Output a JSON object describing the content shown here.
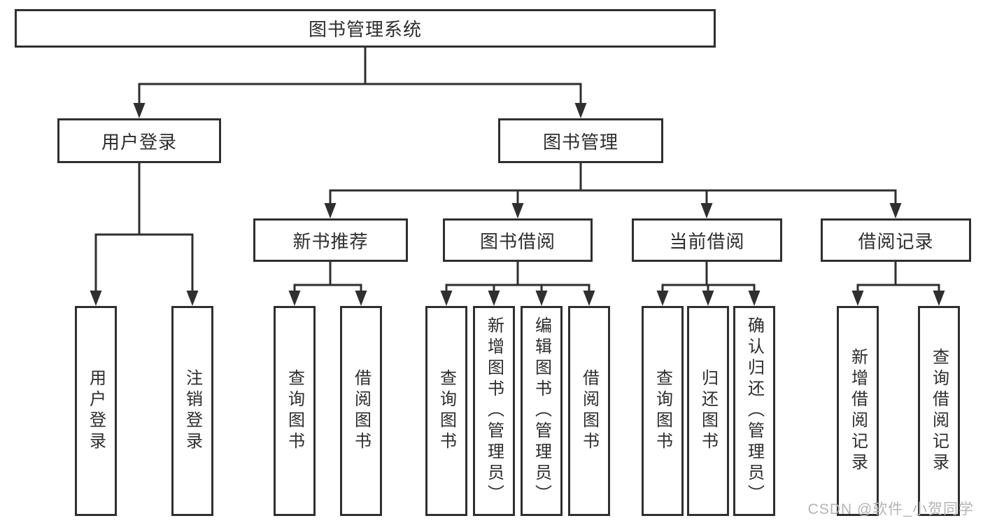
{
  "tree": {
    "label": "图书管理系统",
    "children": [
      {
        "label": "用户登录",
        "children": [
          {
            "label": "用户登录"
          },
          {
            "label": "注销登录"
          }
        ]
      },
      {
        "label": "图书管理",
        "children": [
          {
            "label": "新书推荐",
            "children": [
              {
                "label": "查询图书"
              },
              {
                "label": "借阅图书"
              }
            ]
          },
          {
            "label": "图书借阅",
            "children": [
              {
                "label": "查询图书"
              },
              {
                "label": "新增图书（管理员）"
              },
              {
                "label": "编辑图书（管理员）"
              },
              {
                "label": "借阅图书"
              }
            ]
          },
          {
            "label": "当前借阅",
            "children": [
              {
                "label": "查询图书"
              },
              {
                "label": "归还图书"
              },
              {
                "label": "确认归还（管理员）"
              }
            ]
          },
          {
            "label": "借阅记录",
            "children": [
              {
                "label": "新增借阅记录"
              },
              {
                "label": "查询借阅记录"
              }
            ]
          }
        ]
      }
    ]
  },
  "watermark": {
    "text": "CSDN @软件_小贺同学",
    "color": "#b5b5b5"
  },
  "colors": {
    "line": "#2f2f2f",
    "text": "#2d2d2d",
    "background": "#ffffff"
  }
}
